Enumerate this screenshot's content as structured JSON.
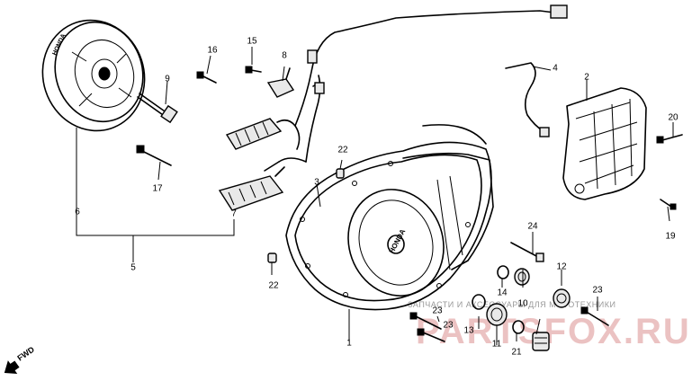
{
  "callouts": {
    "c1": "1",
    "c2": "2",
    "c3": "3",
    "c4": "4",
    "c5": "5",
    "c6": "6",
    "c7": "7",
    "c8": "8",
    "c9": "9",
    "c10": "10",
    "c11": "11",
    "c12": "12",
    "c13": "13",
    "c14": "14",
    "c15": "15",
    "c16": "16",
    "c17": "17",
    "c19": "19",
    "c20": "20",
    "c21": "21",
    "c22a": "22",
    "c22b": "22",
    "c23a": "23",
    "c23b": "23",
    "c24": "24"
  },
  "cover_brand": "HONDA",
  "flywheel_mark": "HONDA",
  "fwd_label": "FWD",
  "watermark": {
    "main": "PARTSFOX.RU",
    "sub": "ЗАПЧАСТИ И АКСЕССУАРЫ ДЛЯ МОТОТЕХНИКИ"
  },
  "colors": {
    "line": "#000000",
    "watermark": "#e8b8b8",
    "background": "#ffffff"
  }
}
